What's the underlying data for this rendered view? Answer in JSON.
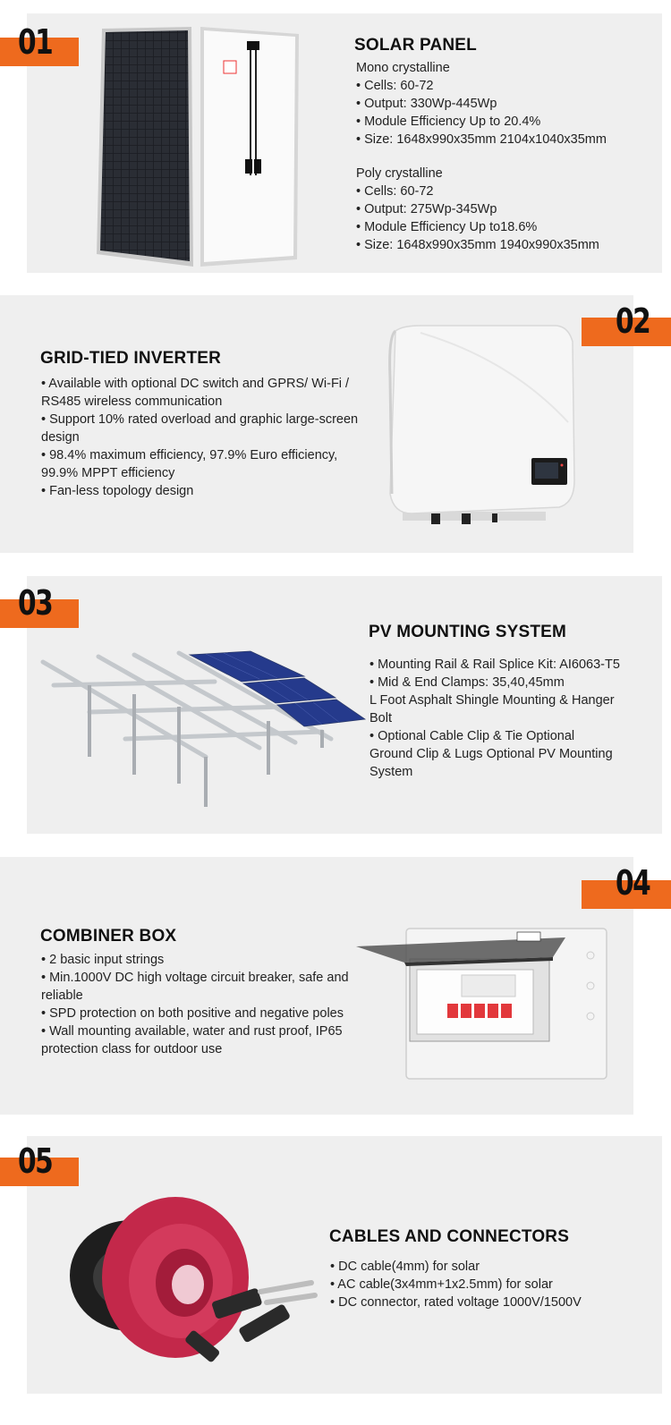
{
  "sections": [
    {
      "number": "01",
      "title": "SOLAR PANEL",
      "lines": [
        "Mono crystalline",
        "• Cells: 60-72",
        "• Output: 330Wp-445Wp",
        "• Module Efficiency Up to 20.4%",
        "• Size: 1648x990x35mm  2104x1040x35mm",
        "",
        "Poly crystalline",
        "• Cells: 60-72",
        "• Output: 275Wp-345Wp",
        "• Module Efficiency Up to18.6%",
        "• Size: 1648x990x35mm  1940x990x35mm"
      ]
    },
    {
      "number": "02",
      "title": "GRID-TIED INVERTER",
      "lines": [
        "• Available with optional DC switch and GPRS/ Wi-Fi /",
        "RS485 wireless communication",
        "• Support 10% rated overload and graphic large-screen",
        "design",
        "• 98.4% maximum efficiency, 97.9% Euro efficiency,",
        "99.9% MPPT efficiency",
        "• Fan-less topology design"
      ]
    },
    {
      "number": "03",
      "title": "PV MOUNTING SYSTEM",
      "lines": [
        "• Mounting Rail & Rail Splice Kit: AI6063-T5",
        "• Mid & End Clamps: 35,40,45mm",
        "L Foot Asphalt Shingle Mounting & Hanger",
        "Bolt",
        "• Optional Cable Clip & Tie Optional",
        "Ground Clip & Lugs Optional PV Mounting",
        "System"
      ]
    },
    {
      "number": "04",
      "title": "COMBINER BOX",
      "lines": [
        "• 2 basic input strings",
        "• Min.1000V DC high voltage circuit breaker, safe and",
        "reliable",
        "• SPD protection on both positive and negative poles",
        "• Wall mounting available, water and rust proof, IP65",
        "protection class for outdoor use"
      ]
    },
    {
      "number": "05",
      "title": "CABLES AND CONNECTORS",
      "lines": [
        "• DC cable(4mm) for solar",
        "• AC cable(3x4mm+1x2.5mm) for solar",
        "• DC connector, rated voltage 1000V/1500V"
      ]
    }
  ]
}
